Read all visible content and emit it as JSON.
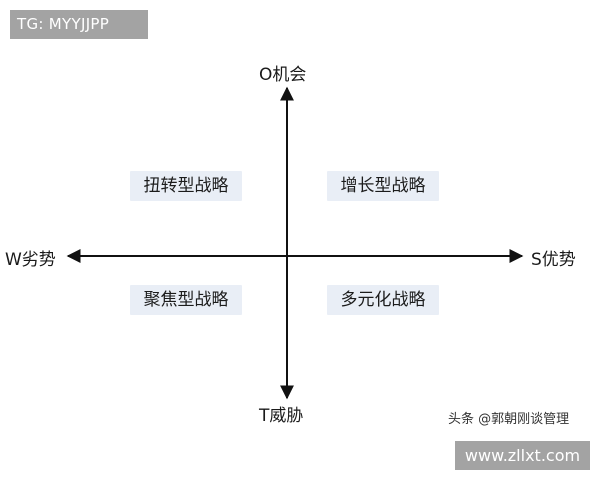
{
  "header": {
    "tag": "TG: MYYJJPP"
  },
  "axes": {
    "top": "O机会",
    "bottom": "T威胁",
    "left": "W劣势",
    "right": "S优势"
  },
  "quadrants": {
    "top_left": "扭转型战略",
    "top_right": "增长型战略",
    "bottom_left": "聚焦型战略",
    "bottom_right": "多元化战略"
  },
  "footer": {
    "credit": "头条 @郭朝刚谈管理",
    "watermark": "www.zllxt.com"
  },
  "colors": {
    "badge_bg": "#a3a3a3",
    "quadrant_bg": "#e9eef6",
    "axis": "#111111"
  }
}
